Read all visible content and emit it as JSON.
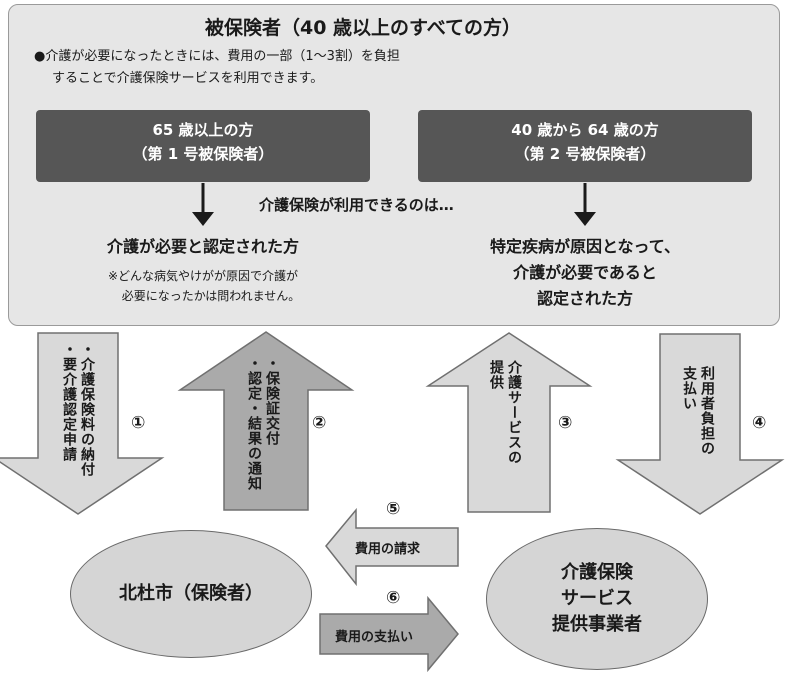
{
  "panel": {
    "title": "被保険者（40 歳以上のすべての方）",
    "note_line1": "●介護が必要になったときには、費用の一部（1～3割）を負担",
    "note_line2": "することで介護保険サービスを利用できます。"
  },
  "groups": {
    "left_line1": "65 歳以上の方",
    "left_line2": "（第 1 号被保険者）",
    "right_line1": "40 歳から 64 歳の方",
    "right_line2": "（第 2 号被保険者）"
  },
  "center_text": "介護保険が利用できるのは…",
  "results": {
    "left_main": "介護が必要と認定された方",
    "left_sub1": "※どんな病気やけがが原因で介護が",
    "left_sub2": "必要になったかは問われません。",
    "right_line1": "特定疾病が原因となって、",
    "right_line2": "介護が必要であると",
    "right_line3": "認定された方"
  },
  "flows": {
    "f1_col1": "・介護保険料の納付",
    "f1_col2": "・要介護認定申請",
    "f1_num": "①",
    "f2_col1": "・保険証交付",
    "f2_col2": "・認定・結果の通知",
    "f2_num": "②",
    "f3_col1": "介護サービスの",
    "f3_col2": "提供",
    "f3_num": "③",
    "f4_col1": "利用者負担の",
    "f4_col2": "支払い",
    "f4_num": "④",
    "f5_label": "費用の請求",
    "f5_num": "⑤",
    "f6_label": "費用の支払い",
    "f6_num": "⑥"
  },
  "nodes": {
    "city": "北杜市（保険者）",
    "provider_line1": "介護保険",
    "provider_line2": "サービス",
    "provider_line3": "提供事業者"
  },
  "colors": {
    "panel_bg": "#e6e6e6",
    "dark_box": "#565656",
    "arrow_gray": "#aaaaaa",
    "arrow_light": "#d9d9d9",
    "ellipse_fill": "#d5d5d5"
  }
}
